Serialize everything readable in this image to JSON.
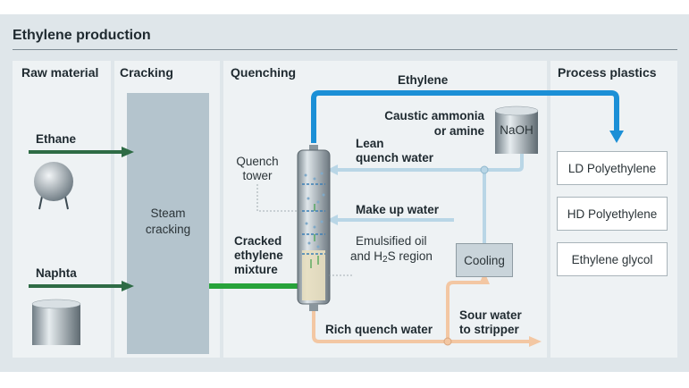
{
  "title": "Ethylene production",
  "sections": {
    "raw_material": "Raw material",
    "cracking": "Cracking",
    "quenching": "Quenching",
    "process_plastics": "Process plastics"
  },
  "raw_materials": {
    "ethane": "Ethane",
    "naphta": "Naphta"
  },
  "cracking": {
    "steam_line1": "Steam",
    "steam_line2": "cracking"
  },
  "quenching": {
    "ethylene": "Ethylene",
    "caustic_line1": "Caustic ammonia",
    "caustic_line2": "or amine",
    "naoh": "NaOH",
    "lean_line1": "Lean",
    "lean_line2": "quench water",
    "quench_tower_line1": "Quench",
    "quench_tower_line2": "tower",
    "make_up_water": "Make up water",
    "cracked_line1": "Cracked",
    "cracked_line2": "ethylene",
    "cracked_line3": "mixture",
    "emulsified_line1": "Emulsified oil",
    "emulsified_line2_pre": "and H",
    "emulsified_line2_sub": "2",
    "emulsified_line2_post": "S region",
    "cooling": "Cooling",
    "sour_line1": "Sour water",
    "sour_line2": "to stripper",
    "rich_quench_water": "Rich quench water"
  },
  "products": [
    "LD Polyethylene",
    "HD Polyethylene",
    "Ethylene glycol"
  ],
  "colors": {
    "ethylene_pipe": "#1b8fd6",
    "feed_arrow": "#2e6b45",
    "cracked_arrow": "#27a33a",
    "lean_water_pipe": "#b9d6e6",
    "rich_water_pipe": "#f3c7a3",
    "panel": "#eef2f4",
    "frame": "#dfe6ea"
  }
}
